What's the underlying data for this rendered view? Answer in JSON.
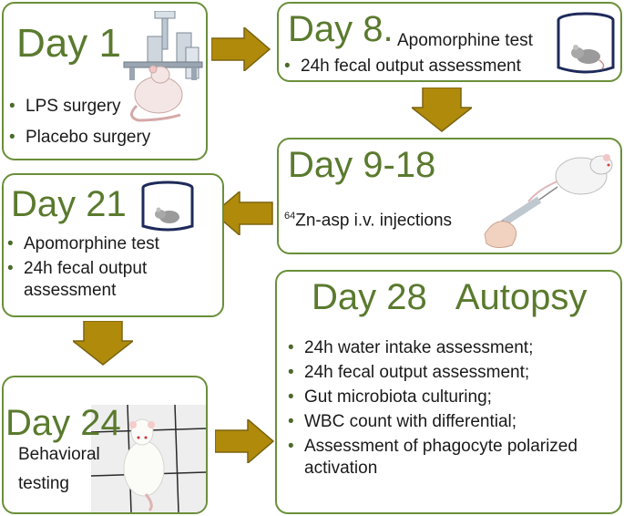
{
  "colors": {
    "border": "#6a8f3a",
    "title": "#5a7a2e",
    "arrow_fill": "#b08a0a",
    "arrow_stroke": "#7a6410",
    "cage": "#1e2a5a"
  },
  "day1": {
    "title": "Day 1",
    "items": [
      "LPS surgery",
      "Placebo surgery"
    ],
    "icon": "stereotaxic-rat-icon"
  },
  "day8": {
    "title": "Day 8",
    "dot": ".",
    "subtitle": "Apomorphine test",
    "items": [
      "24h fecal output assessment"
    ],
    "icon": "rat-cage-icon"
  },
  "day9": {
    "title": "Day 9-18",
    "superscript": "64",
    "injection_text": "Zn-asp i.v. injections",
    "icon": "syringe-rat-icon"
  },
  "day21": {
    "title": "Day 21",
    "items": [
      "Apomorphine test",
      "24h fecal output",
      "assessment"
    ],
    "icon": "rat-cage-icon"
  },
  "day24": {
    "title": "Day 24",
    "line1": "Behavioral",
    "line2": "testing",
    "icon": "white-rat-photo-icon"
  },
  "day28": {
    "title": "Day 28   Autopsy",
    "items": [
      "24h water intake assessment;",
      "24h fecal output assessment;",
      "Gut microbiota culturing;",
      "WBC count with differential;",
      "Assessment of phagocyte polarized",
      "activation"
    ]
  }
}
